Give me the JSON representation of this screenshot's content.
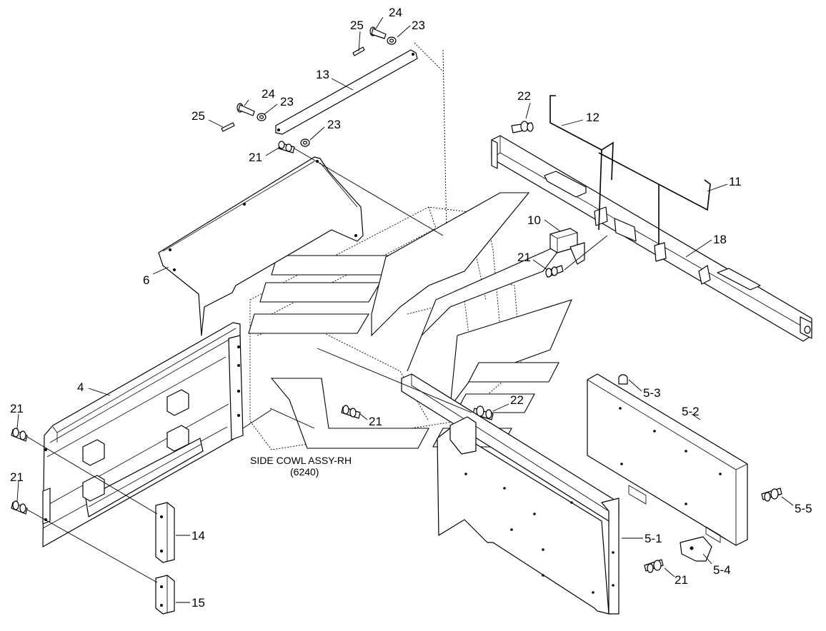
{
  "callouts": {
    "c25_top": "25",
    "c24_top": "24",
    "c23_top": "23",
    "c13": "13",
    "c24_mid": "24",
    "c23_mid": "23",
    "c25_mid": "25",
    "c23_low": "23",
    "c21_upper": "21",
    "c6": "6",
    "c22_right": "22",
    "c12": "12",
    "c11": "11",
    "c10": "10",
    "c18": "18",
    "c21_right": "21",
    "c4": "4",
    "c21_left_top": "21",
    "c21_left_bottom": "21",
    "c14": "14",
    "c15": "15",
    "c22_center": "22",
    "c21_center": "21",
    "c5_3": "5-3",
    "c5_2": "5-2",
    "c5_5": "5-5",
    "c5_1": "5-1",
    "c5_4": "5-4",
    "c21_bottom_right": "21"
  },
  "caption": {
    "line1": "SIDE COWL ASSY-RH",
    "line2": "(6240)"
  }
}
